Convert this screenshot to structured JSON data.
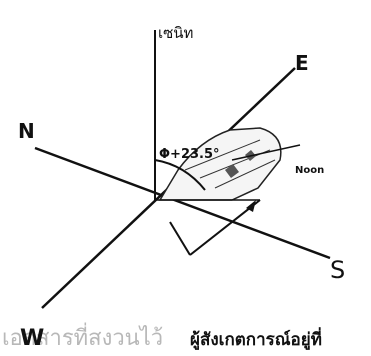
{
  "diagram": {
    "zenith_label": "เซนิท",
    "axis_labels": {
      "east": "E",
      "north": "N",
      "south": "S",
      "west": "W"
    },
    "angle_label": "Φ+23.5°",
    "noon_label": "Noon",
    "observer_label": "ผู้สังเกตการณ์อยู่ที่",
    "watermark": "เอกสารที่สงวนไว้",
    "colors": {
      "ink": "#111111",
      "hatch": "#333333",
      "watermark": "#b8b8b8"
    }
  }
}
